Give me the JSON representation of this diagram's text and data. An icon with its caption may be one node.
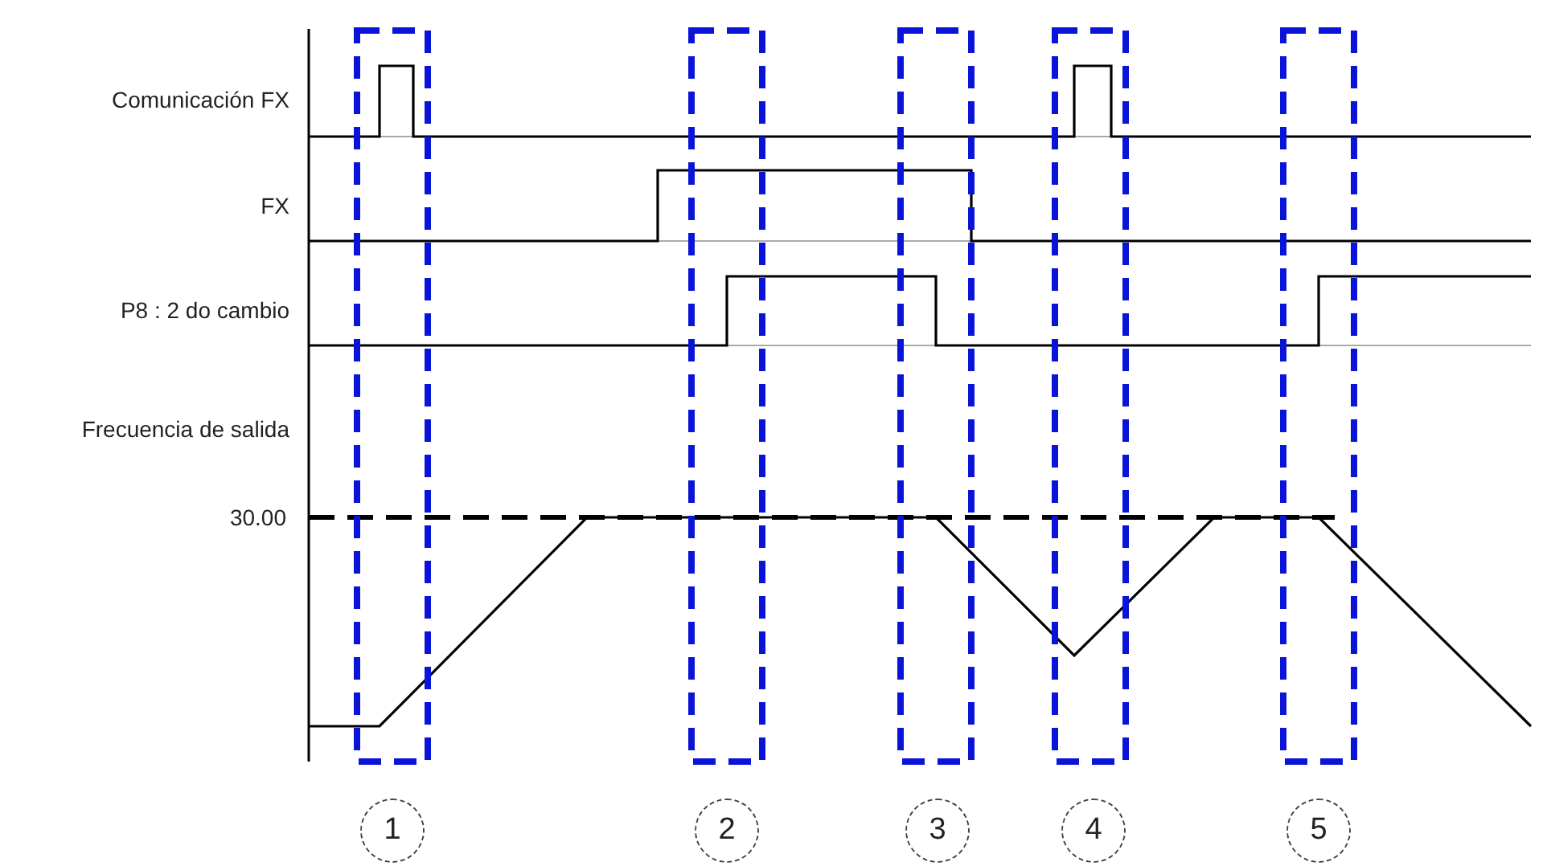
{
  "diagram": {
    "nodes": [
      {
        "text": [
          "1"
        ]
      },
      {
        "text": [
          "2"
        ]
      },
      {
        "text": [
          "3"
        ]
      },
      {
        "text": [
          "4"
        ]
      },
      {
        "text": [
          "5"
        ]
      }
    ],
    "labels": [
      "Comunicación FX",
      "FX",
      "P8 : 2 do cambio",
      "Frecuencia de salida",
      "30.00"
    ]
  }
}
